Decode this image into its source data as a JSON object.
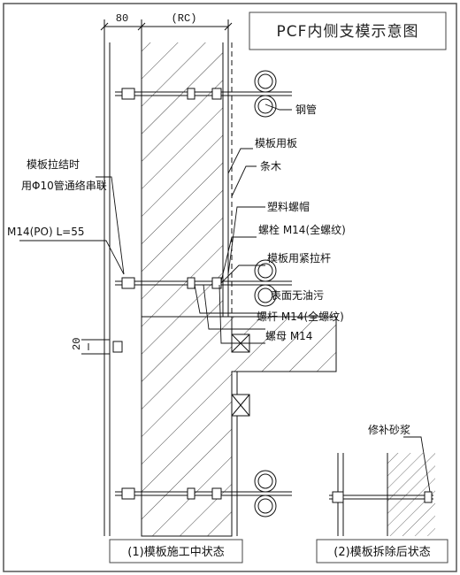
{
  "title": "PCF内侧支模示意图",
  "dimensions": {
    "d80": "80",
    "rc": "(RC)",
    "d20": "20"
  },
  "labels": {
    "steel_pipe": "钢管",
    "formwork_plywood": "模板用板",
    "batten": "条木",
    "plastic_nut": "塑料螺帽",
    "bolt": "螺栓 M14(全螺纹)",
    "tie_rod": "模板用紧拉杆",
    "no_oil": "表面无油污",
    "screw": "螺杆 M14(全螺纹)",
    "nut": "螺母 M14",
    "tie_note_1": "模板拉结时",
    "tie_note_2": "用Φ10管通络串联",
    "m14_po": "M14(PO)  L=55",
    "repair_mortar": "修补砂浆"
  },
  "captions": {
    "state1": "(1)模板施工中状态",
    "state2": "(2)模板拆除后状态"
  },
  "colors": {
    "line": "#111111",
    "frame": "#555555",
    "hatch": "#333333"
  }
}
